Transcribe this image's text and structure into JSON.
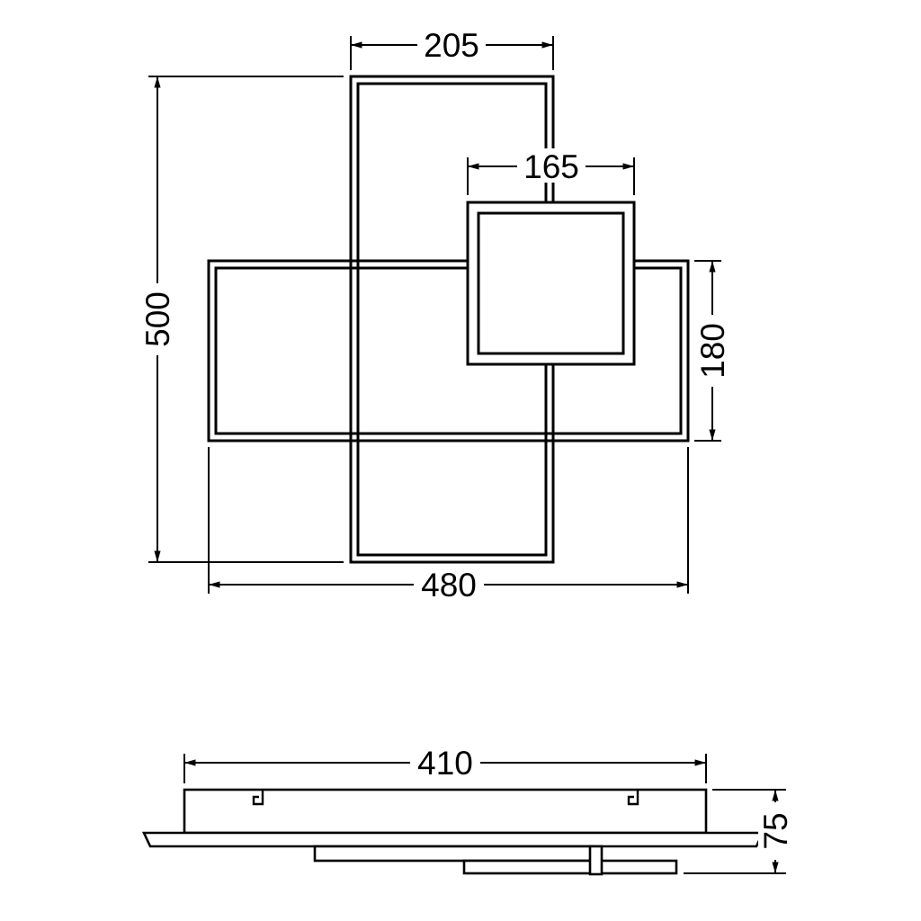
{
  "page": {
    "background_color": "#ffffff",
    "line_color": "#000000",
    "drawing_type": "ceiling-lamp-dimension-drawing"
  },
  "top_view": {
    "dimensions": {
      "vertical_frame_width": "205",
      "square_frame_width": "165",
      "overall_height": "500",
      "horizontal_frame_height": "180",
      "horizontal_frame_width": "480"
    }
  },
  "side_view": {
    "dimensions": {
      "mounting_body_width": "410",
      "overall_height": "75"
    }
  }
}
